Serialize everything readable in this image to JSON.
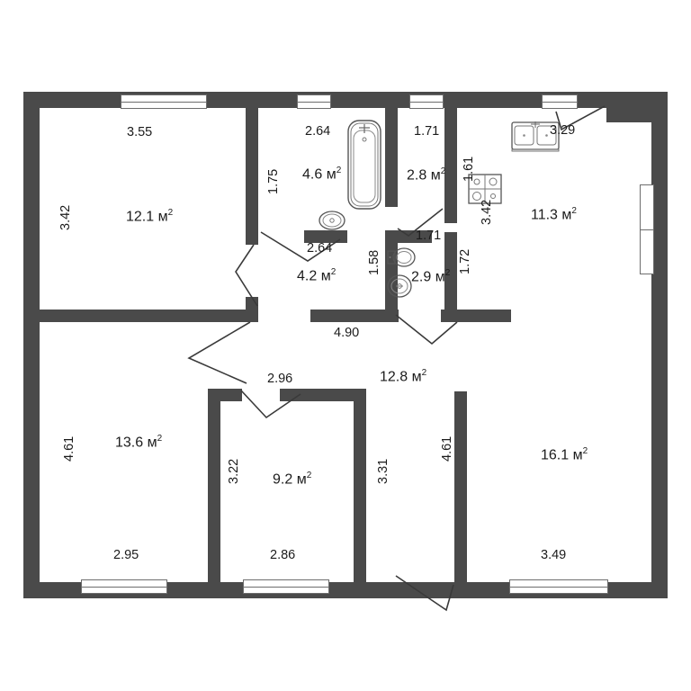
{
  "plan": {
    "unit_label": "м",
    "wall_color": "#4a4a4a",
    "text_color": "#1b1b1b",
    "background": "#ffffff"
  },
  "rooms": [
    {
      "id": "room-121",
      "area": "12.1 м",
      "sup": "2",
      "dims": [
        "3.55",
        "3.42"
      ]
    },
    {
      "id": "bath-46",
      "area": "4.6 м",
      "sup": "2",
      "dims": [
        "2.64",
        "1.75"
      ]
    },
    {
      "id": "room-28",
      "area": "2.8 м",
      "sup": "2",
      "dims": [
        "1.71",
        "1.61"
      ]
    },
    {
      "id": "kitchen-113",
      "area": "11.3 м",
      "sup": "2",
      "dims": [
        "3.29",
        "3.42"
      ]
    },
    {
      "id": "hall-42",
      "area": "4.2 м",
      "sup": "2",
      "dims": [
        "2.64",
        "1.58",
        "4.90"
      ]
    },
    {
      "id": "wc-29",
      "area": "2.9 м",
      "sup": "2",
      "dims": [
        "1.71",
        "1.72"
      ]
    },
    {
      "id": "room-136",
      "area": "13.6 м",
      "sup": "2",
      "dims": [
        "4.61",
        "2.95"
      ]
    },
    {
      "id": "room-92",
      "area": "9.2 м",
      "sup": "2",
      "dims": [
        "2.96",
        "3.22",
        "2.86",
        "3.31"
      ]
    },
    {
      "id": "corridor-128",
      "area": "12.8 м",
      "sup": "2",
      "dims": [
        "4.61"
      ]
    },
    {
      "id": "room-161",
      "area": "16.1 м",
      "sup": "2",
      "dims": [
        "4.61",
        "3.49"
      ]
    }
  ],
  "labels": {
    "a121": "12.1 м",
    "a121s": "2",
    "a46": "4.6 м",
    "a46s": "2",
    "a28": "2.8 м",
    "a28s": "2",
    "a113": "11.3 м",
    "a113s": "2",
    "a42": "4.2 м",
    "a42s": "2",
    "a29": "2.9 м",
    "a29s": "2",
    "a136": "13.6 м",
    "a136s": "2",
    "a92": "9.2 м",
    "a92s": "2",
    "a128": "12.8 м",
    "a128s": "2",
    "a161": "16.1 м",
    "a161s": "2",
    "d355": "3.55",
    "d342_left": "3.42",
    "d175": "1.75",
    "d264_top": "2.64",
    "d171_top": "1.71",
    "d161": "1.61",
    "d329": "3.29",
    "d342_right": "3.42",
    "d264_mid": "2.64",
    "d158": "1.58",
    "d171_mid": "1.71",
    "d172": "1.72",
    "d490": "4.90",
    "d296": "2.96",
    "d461_left": "4.61",
    "d322": "3.22",
    "d331": "3.31",
    "d461_mid": "4.61",
    "d461_right": "4.61",
    "d295": "2.95",
    "d286": "2.86",
    "d349": "3.49"
  },
  "fixtures": [
    {
      "id": "bathtub",
      "name": "bathtub-fixture"
    },
    {
      "id": "washbasin-bath",
      "name": "washbasin-fixture"
    },
    {
      "id": "toilet",
      "name": "toilet-fixture"
    },
    {
      "id": "washbasin-wc",
      "name": "washbasin-fixture"
    },
    {
      "id": "kitchen-sink",
      "name": "kitchen-sink-fixture"
    },
    {
      "id": "stove",
      "name": "stove-fixture"
    }
  ],
  "openings": {
    "windows": [
      {
        "id": "window-top-1",
        "wall": "top"
      },
      {
        "id": "window-top-2",
        "wall": "top"
      },
      {
        "id": "window-top-3",
        "wall": "top"
      },
      {
        "id": "window-top-4",
        "wall": "top"
      },
      {
        "id": "window-top-5",
        "wall": "top"
      },
      {
        "id": "window-right-1",
        "wall": "right"
      },
      {
        "id": "window-bottom-1",
        "wall": "bottom"
      },
      {
        "id": "window-bottom-2",
        "wall": "bottom"
      },
      {
        "id": "window-bottom-3",
        "wall": "bottom"
      }
    ],
    "doors": [
      {
        "id": "door-entrance",
        "type": "entrance"
      },
      {
        "id": "door-kitchen",
        "type": "interior"
      },
      {
        "id": "door-bath",
        "type": "interior"
      },
      {
        "id": "door-room-28",
        "type": "interior"
      },
      {
        "id": "door-wc",
        "type": "interior"
      },
      {
        "id": "door-room-121",
        "type": "interior"
      },
      {
        "id": "door-room-136",
        "type": "interior"
      },
      {
        "id": "door-room-92",
        "type": "interior"
      }
    ]
  }
}
